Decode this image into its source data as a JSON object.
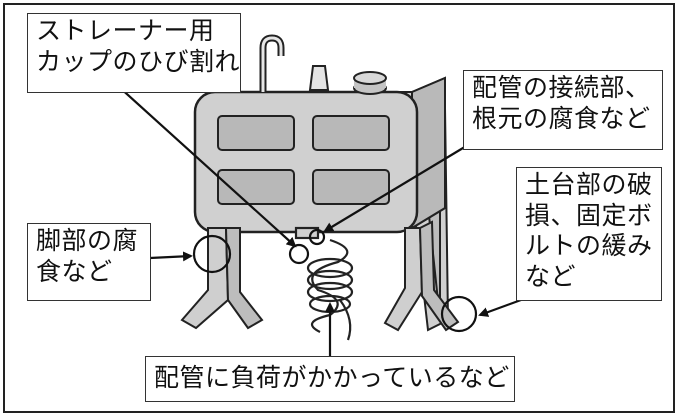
{
  "callouts": {
    "strainer": [
      "ストレーナー用",
      "カップのひび割れ"
    ],
    "piping_joint": [
      "配管の接続部、",
      "根元の腐食など"
    ],
    "legs": [
      "脚部の腐",
      "食など"
    ],
    "base": [
      "土台部の破",
      "損、固定ボ",
      "ルトの緩み",
      "など"
    ],
    "load": [
      "配管に負荷がかかっているなど"
    ]
  }
}
